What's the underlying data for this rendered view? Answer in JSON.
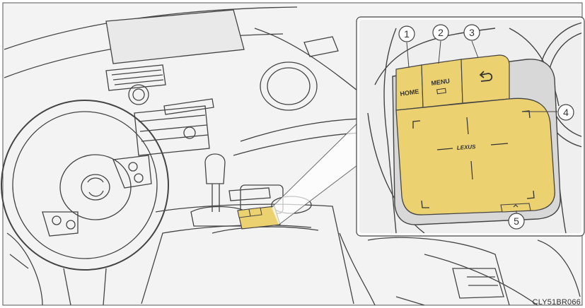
{
  "figure": {
    "code": "CLY51BR066",
    "callouts": [
      {
        "number": "1"
      },
      {
        "number": "2"
      },
      {
        "number": "3"
      },
      {
        "number": "4"
      },
      {
        "number": "5"
      }
    ],
    "touchpad": {
      "home_label": "HOME",
      "menu_label": "MENU",
      "brand_label": "LEXUS"
    },
    "colors": {
      "touchpad_yellow": "#ecd170",
      "line": "#3a3a3a",
      "background_gray": "#f0f0f0"
    }
  }
}
